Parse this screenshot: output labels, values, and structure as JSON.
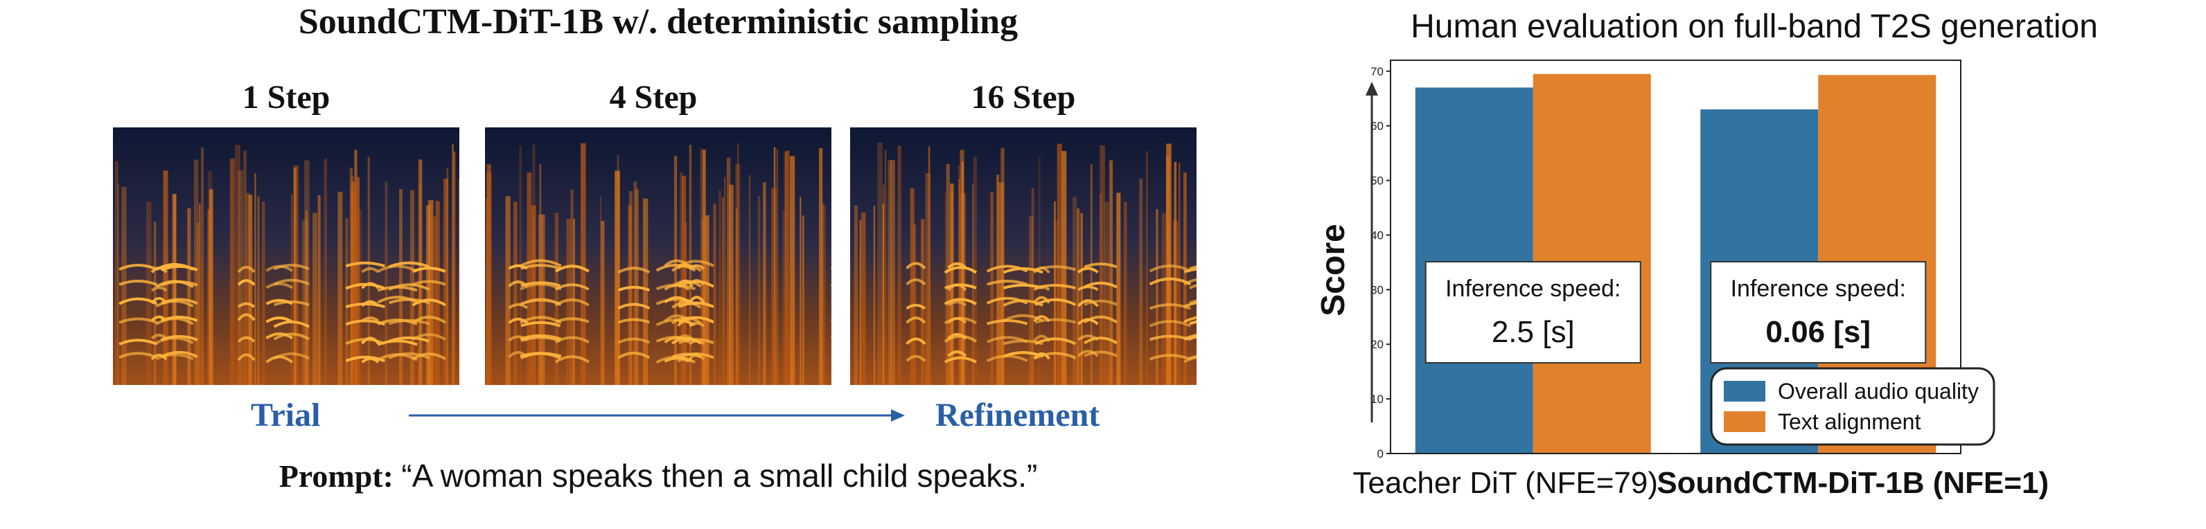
{
  "left_panel": {
    "title": "SoundCTM-DiT-1B w/. deterministic sampling",
    "steps": [
      "1 Step",
      "4 Step",
      "16 Step"
    ],
    "flow_start": "Trial",
    "flow_end": "Refinement",
    "prompt_key": "Prompt:",
    "prompt_text": "“A woman speaks then a small child speaks.”"
  },
  "colors": {
    "overall_audio_quality": "#3274a1",
    "text_alignment": "#e1812c",
    "flow_accent": "#2a5ea8"
  },
  "chart_data": {
    "type": "bar",
    "title": "Human evaluation on full-band T2S generation",
    "ylabel": "Score",
    "xlabel": "",
    "ylim": [
      0,
      72
    ],
    "yticks": [
      0,
      10,
      20,
      30,
      40,
      50,
      60,
      70
    ],
    "categories": [
      "Teacher DiT (NFE=79)",
      "SoundCTM-DiT-1B (NFE=1)"
    ],
    "series": [
      {
        "name": "Overall audio quality",
        "values": [
          67,
          63
        ]
      },
      {
        "name": "Text alignment",
        "values": [
          69.5,
          69.3
        ]
      }
    ],
    "legend_position": "bottom-right",
    "grid": false,
    "annotations": [
      {
        "label": "Inference speed:",
        "value": "2.5 [s]"
      },
      {
        "label": "Inference speed:",
        "value": "0.06 [s]"
      }
    ]
  }
}
